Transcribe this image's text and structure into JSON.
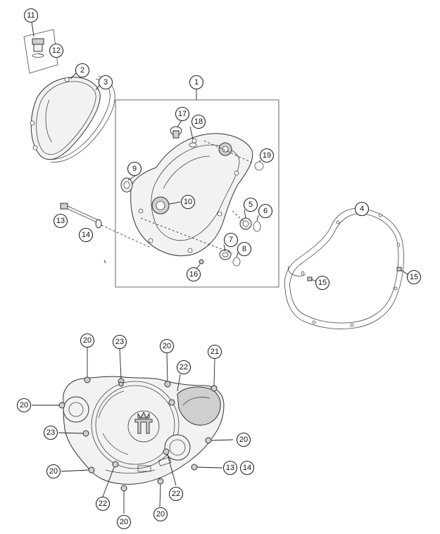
{
  "callouts": {
    "c1": "1",
    "c2": "2",
    "c3": "3",
    "c4": "4",
    "c5": "5",
    "c6": "6",
    "c7": "7",
    "c8": "8",
    "c9": "9",
    "c10": "10",
    "c11": "11",
    "c12": "12",
    "c13": "13",
    "c14": "14",
    "c15": "15",
    "c16": "16",
    "c17": "17",
    "c18": "18",
    "c19": "19",
    "c20": "20",
    "c21": "21",
    "c22": "22",
    "c23": "23"
  },
  "colors": {
    "line": "#222222",
    "part_fill": "#f2f2f2",
    "part_shade": "#cfcfcf",
    "background": "#ffffff"
  }
}
